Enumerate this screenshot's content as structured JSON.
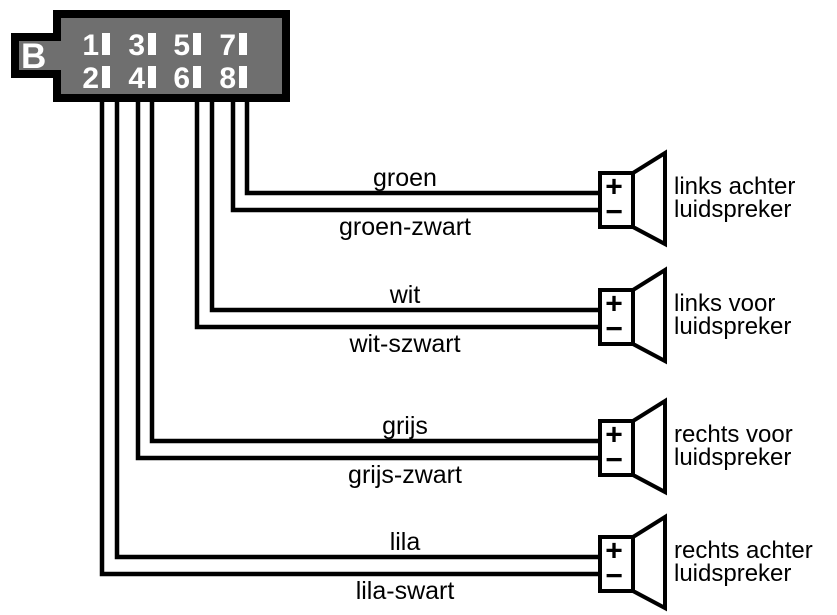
{
  "connector": {
    "label": "B",
    "pin_rows": {
      "top": [
        "1",
        "3",
        "5",
        "7"
      ],
      "bottom": [
        "2",
        "4",
        "6",
        "8"
      ]
    }
  },
  "colors": {
    "background": "#ffffff",
    "connector_fill": "#6f6f6f",
    "outline": "#000000",
    "pin_slot_fill": "#ffffff",
    "text_on_connector": "#ffffff",
    "wire_color": "#000000",
    "label_color": "#000000"
  },
  "speakers": [
    {
      "positive_wire_label": "groen",
      "negative_wire_label": "groen-zwart",
      "positive_terminal": "+",
      "negative_terminal": "−",
      "name_line1": "links achter",
      "name_line2": "luidspreker"
    },
    {
      "positive_wire_label": "wit",
      "negative_wire_label": "wit-szwart",
      "positive_terminal": "+",
      "negative_terminal": "−",
      "name_line1": "links voor",
      "name_line2": "luidspreker"
    },
    {
      "positive_wire_label": "grijs",
      "negative_wire_label": "grijs-zwart",
      "positive_terminal": "+",
      "negative_terminal": "−",
      "name_line1": "rechts voor",
      "name_line2": "luidspreker"
    },
    {
      "positive_wire_label": "lila",
      "negative_wire_label": "lila-swart",
      "positive_terminal": "+",
      "negative_terminal": "−",
      "name_line1": "rechts achter",
      "name_line2": "luidspreker"
    }
  ]
}
